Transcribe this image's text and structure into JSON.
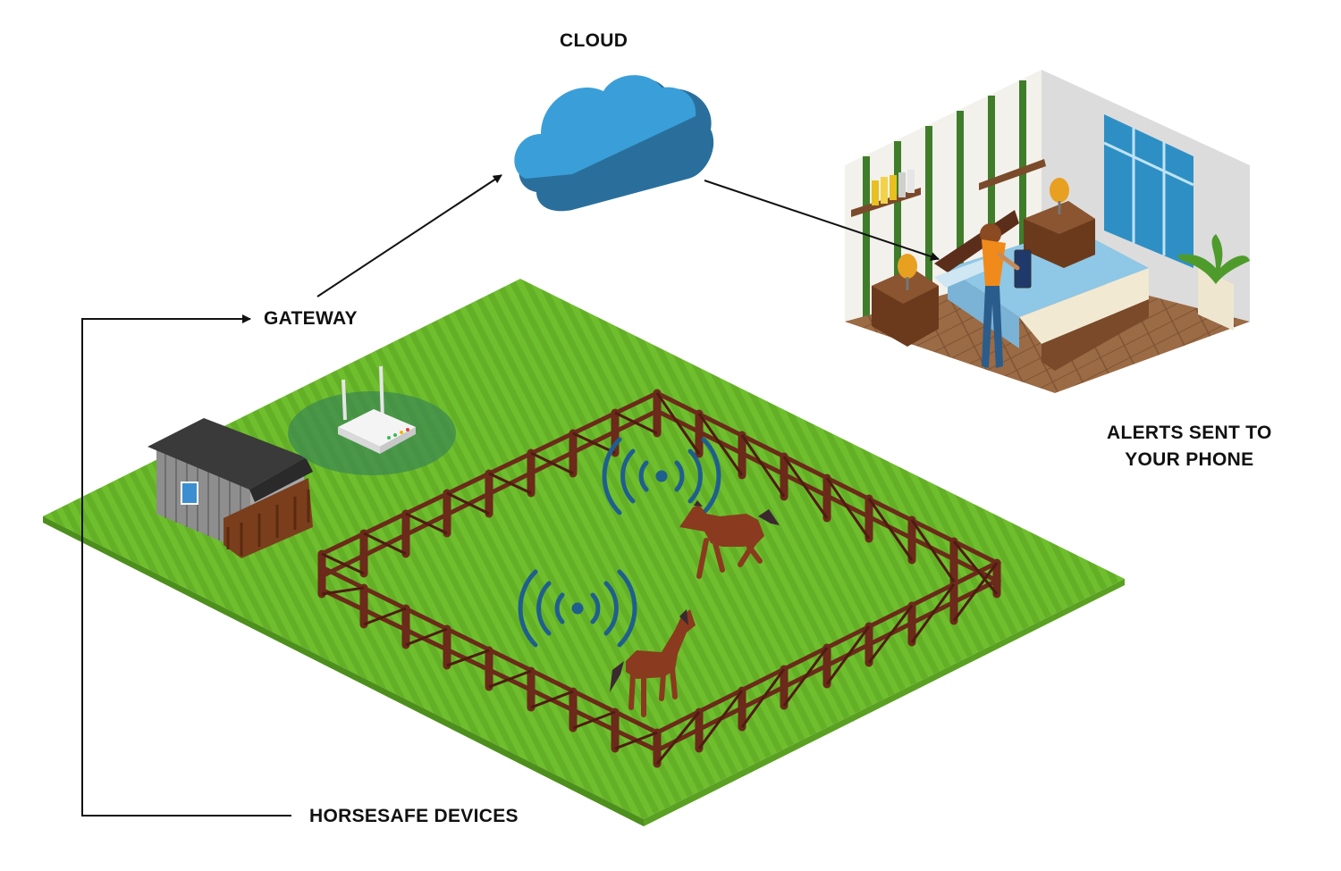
{
  "labels": {
    "cloud": "CLOUD",
    "gateway": "GATEWAY",
    "alerts_line1": "ALERTS SENT TO",
    "alerts_line2": "YOUR PHONE",
    "devices": "HORSESAFE DEVICES"
  },
  "colors": {
    "grass": "#6fbe2e",
    "grass_stripe": "#62ad26",
    "cloud_light": "#3a9fd8",
    "cloud_dark": "#2a6f9c",
    "fence": "#6b2a1a",
    "horse": "#8a3a1e",
    "signal": "#1f5f8e",
    "wall_stripe": "#3f7d2a",
    "floor": "#9b6b45",
    "bed": "#8fc7e6"
  }
}
